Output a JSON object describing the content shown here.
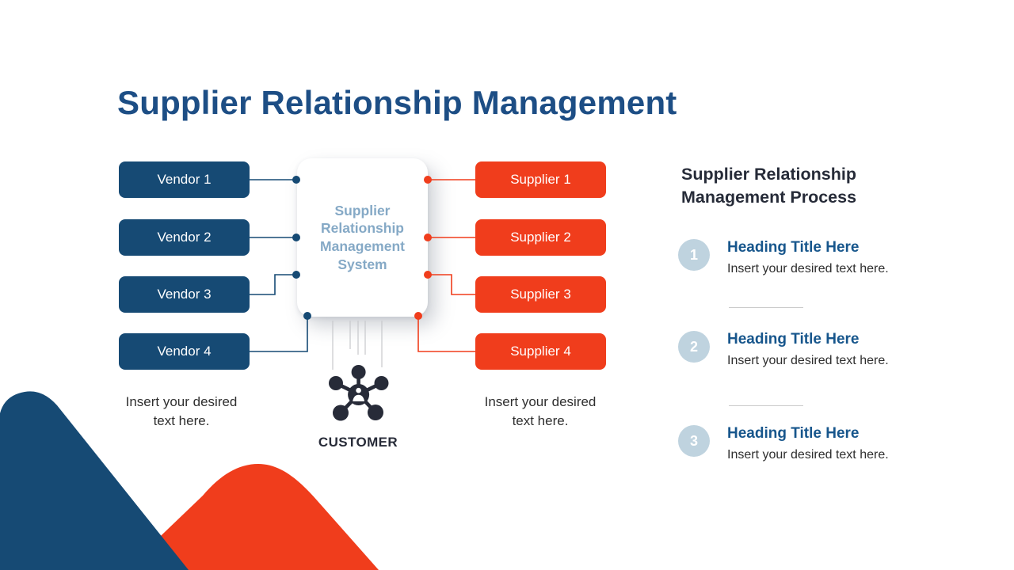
{
  "slide": {
    "title": "Supplier Relationship Management"
  },
  "colors": {
    "title_blue": "#1D4E85",
    "vendor_navy": "#164A74",
    "supplier_orange": "#F03D1C",
    "card_text_blue": "#85A9C6",
    "process_heading_dark": "#262B38",
    "item_title_blue": "#17568C",
    "number_circle_blue": "#BFD3DF",
    "body_text": "#2E2E2E",
    "customer_icon_dark": "#272B38"
  },
  "diagram": {
    "vendors": [
      {
        "label": "Vendor 1"
      },
      {
        "label": "Vendor 2"
      },
      {
        "label": "Vendor 3"
      },
      {
        "label": "Vendor 4"
      }
    ],
    "suppliers": [
      {
        "label": "Supplier 1"
      },
      {
        "label": "Supplier 2"
      },
      {
        "label": "Supplier 3"
      },
      {
        "label": "Supplier 4"
      }
    ],
    "center_card": {
      "label": "Supplier Relationship Management System"
    },
    "customer_label": "CUSTOMER",
    "vendor_caption": "Insert your desired text here.",
    "supplier_caption": "Insert your desired text here."
  },
  "process_panel": {
    "heading": "Supplier Relationship Management Process",
    "items": [
      {
        "number": "1",
        "title": "Heading Title Here",
        "description": "Insert your desired text here."
      },
      {
        "number": "2",
        "title": "Heading Title Here",
        "description": "Insert your desired text here."
      },
      {
        "number": "3",
        "title": "Heading Title Here",
        "description": "Insert your desired text here."
      }
    ]
  }
}
